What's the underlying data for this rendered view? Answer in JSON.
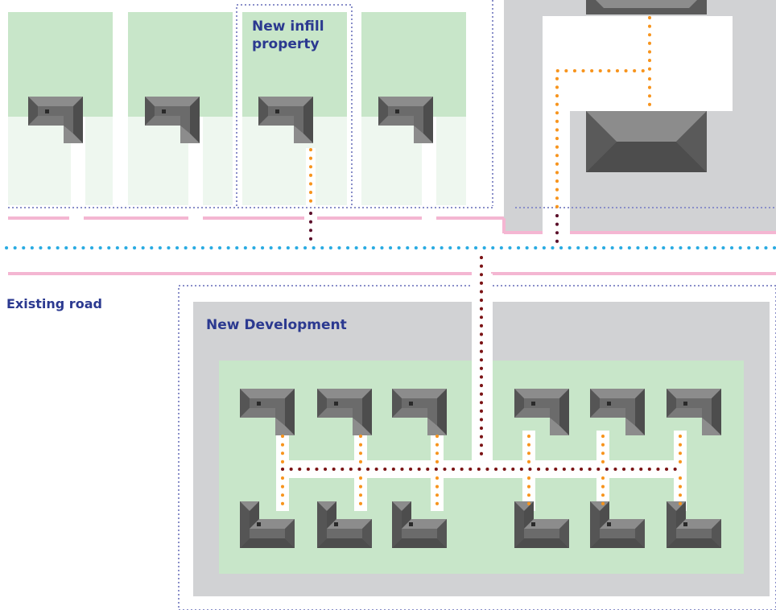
{
  "labels": {
    "infill_line1": "New infill",
    "infill_line2": "property",
    "existing_road": "Existing road",
    "new_development": "New Development"
  },
  "colors": {
    "lawn": "#c8e6c9",
    "lawn_light": "#eef7ef",
    "paving": "#d1d2d4",
    "roof_light": "#8c8c8c",
    "roof_dark": "#4d4d4d",
    "roof_mid": "#6b6b6b",
    "service_line": "#f7941d",
    "main_line": "#7b1315",
    "road_dots": "#29abe2",
    "curb": "#f4b6d2",
    "boundary": "#8a8fc9",
    "label": "#2b3990"
  },
  "icons": [
    "house-icon"
  ]
}
